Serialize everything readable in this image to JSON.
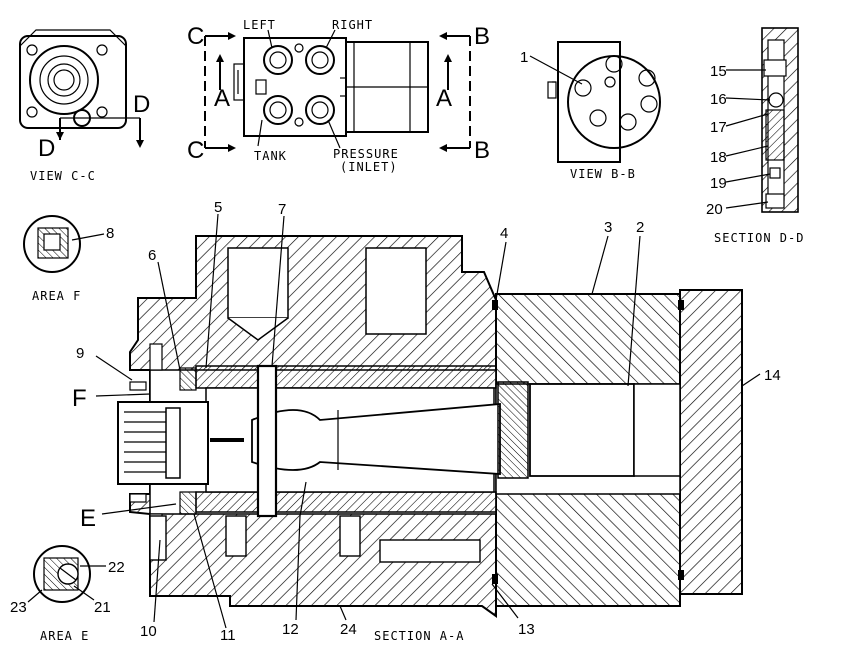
{
  "views": {
    "view_cc": {
      "caption": "VIEW C-C",
      "label_d1": "D",
      "label_d2": "D"
    },
    "top": {
      "left": "LEFT",
      "right": "RIGHT",
      "tank": "TANK",
      "pressure": "PRESSURE",
      "inlet": "(INLET)",
      "c1": "C",
      "c2": "C",
      "b1": "B",
      "b2": "B",
      "a1": "A",
      "a2": "A"
    },
    "view_bb": {
      "caption": "VIEW B-B",
      "callout": "1"
    },
    "section_dd": {
      "caption": "SECTION D-D",
      "callouts": [
        "15",
        "16",
        "17",
        "18",
        "19",
        "20"
      ]
    },
    "area_f": {
      "caption": "AREA F",
      "callout": "8"
    },
    "area_e": {
      "caption": "AREA E",
      "callouts": [
        "22",
        "23",
        "21"
      ]
    },
    "section_aa": {
      "caption": "SECTION A-A",
      "callouts": {
        "c2": "2",
        "c3": "3",
        "c4": "4",
        "c5": "5",
        "c6": "6",
        "c7": "7",
        "c9": "9",
        "c10": "10",
        "c11": "11",
        "c12": "12",
        "c13": "13",
        "c14": "14",
        "c24": "24"
      },
      "letter_f": "F",
      "letter_e": "E"
    }
  }
}
